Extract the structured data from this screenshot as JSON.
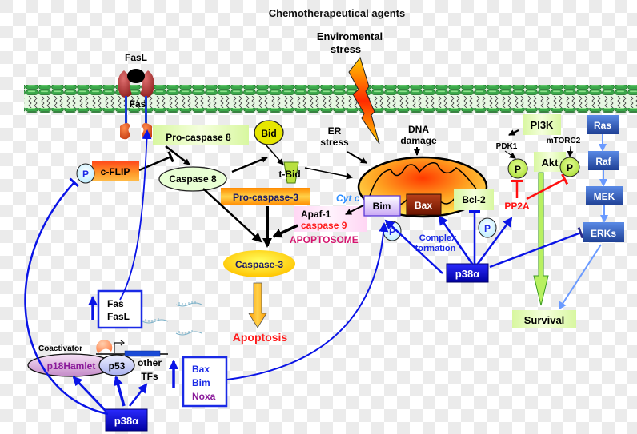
{
  "title": "Chemotherapeutical agents",
  "stimuli": {
    "env_stress_line1": "Enviromental",
    "env_stress_line2": "stress",
    "er_stress_line1": "ER",
    "er_stress_line2": "stress",
    "dna_damage_line1": "DNA",
    "dna_damage_line2": "damage"
  },
  "receptor": {
    "ligand": "FasL",
    "receptor": "Fas"
  },
  "extrinsic": {
    "pro_caspase8": "Pro-caspase 8",
    "caspase8": "Caspase 8",
    "cflip": "c-FLIP",
    "bid": "Bid",
    "tbid": "t-Bid",
    "pro_caspase3": "Pro-caspase-3",
    "caspase3": "Caspase-3",
    "apoptosis": "Apoptosis"
  },
  "apoptosome": {
    "cytc": "Cyt c",
    "apaf1": "Apaf-1",
    "caspase9": "caspase 9",
    "label": "APOPTOSOME"
  },
  "mitochondria": {
    "bim": "Bim",
    "bax": "Bax",
    "bcl2": "Bcl-2"
  },
  "phospho": "P",
  "p38_center": {
    "label": "p38α",
    "complex_line1": "Complex",
    "complex_line2": "formation"
  },
  "survival_pathway": {
    "pi3k": "PI3K",
    "pdk1": "PDK1",
    "mtorc2": "mTORC2",
    "akt": "Akt",
    "pp2a": "PP2A",
    "ras": "Ras",
    "raf": "Raf",
    "mek": "MEK",
    "erks": "ERKs",
    "survival": "Survival"
  },
  "transcription": {
    "coactivator": "Coactivator",
    "p18hamlet": "p18Hamlet",
    "p53": "p53",
    "other_tfs_line1": "other",
    "other_tfs_line2": "TFs",
    "fas_box_line1": "Fas",
    "fas_box_line2": "FasL",
    "target_bax": "Bax",
    "target_bim": "Bim",
    "target_noxa": "Noxa",
    "p38_bottom": "p38α"
  },
  "colors": {
    "activation_blue": "#0a14e6",
    "inhibition_red": "#ff1010",
    "p38_box": "#0a0acc",
    "mapk_box": "#3b6cc9",
    "apoptosis_red": "#ff1a1a",
    "apoptosome_magenta": "#d4146e",
    "cytc_blue": "#2a8cff",
    "noxa_purple": "#8a1a9a",
    "hamlet_purple": "#8a1a9a"
  }
}
